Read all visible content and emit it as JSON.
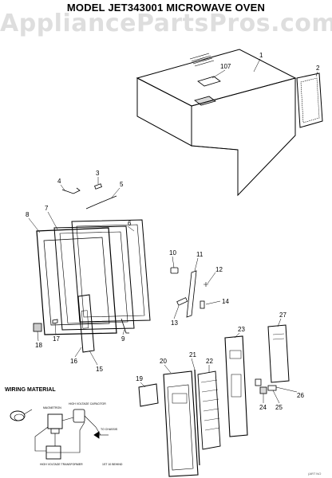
{
  "title": "MODEL JET343001 MICROWAVE OVEN",
  "watermark": "AppliancePartsPros.com",
  "wiring_title": "WIRING MATERIAL",
  "part_numbers": [
    "1",
    "2",
    "3",
    "4",
    "5",
    "6",
    "7",
    "8",
    "9",
    "10",
    "11",
    "12",
    "13",
    "14",
    "15",
    "16",
    "17",
    "18",
    "19",
    "20",
    "21",
    "22",
    "23",
    "24",
    "25",
    "26",
    "27",
    "107"
  ],
  "wiring_labels": {
    "magnetron": "MAGNETRON",
    "capacitor": "HIGH VOLTAGE CAPACITOR",
    "diode": "TO CHASSIS",
    "transformer": "HIGH VOLTAGE TRANSFORMER",
    "note": "1ST 10 BEHIND"
  },
  "corner_code": "(ART NO"
}
